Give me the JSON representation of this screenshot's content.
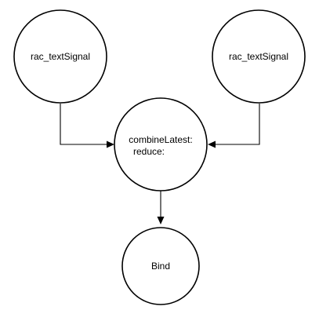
{
  "diagram": {
    "nodes": [
      {
        "id": "left-signal",
        "label": "rac_textSignal"
      },
      {
        "id": "right-signal",
        "label": "rac_textSignal"
      },
      {
        "id": "combine",
        "label_line1": "combineLatest:",
        "label_line2": "reduce:"
      },
      {
        "id": "bind",
        "label": "Bind"
      }
    ],
    "edges": [
      {
        "from": "left-signal",
        "to": "combine"
      },
      {
        "from": "right-signal",
        "to": "combine"
      },
      {
        "from": "combine",
        "to": "bind"
      }
    ]
  }
}
